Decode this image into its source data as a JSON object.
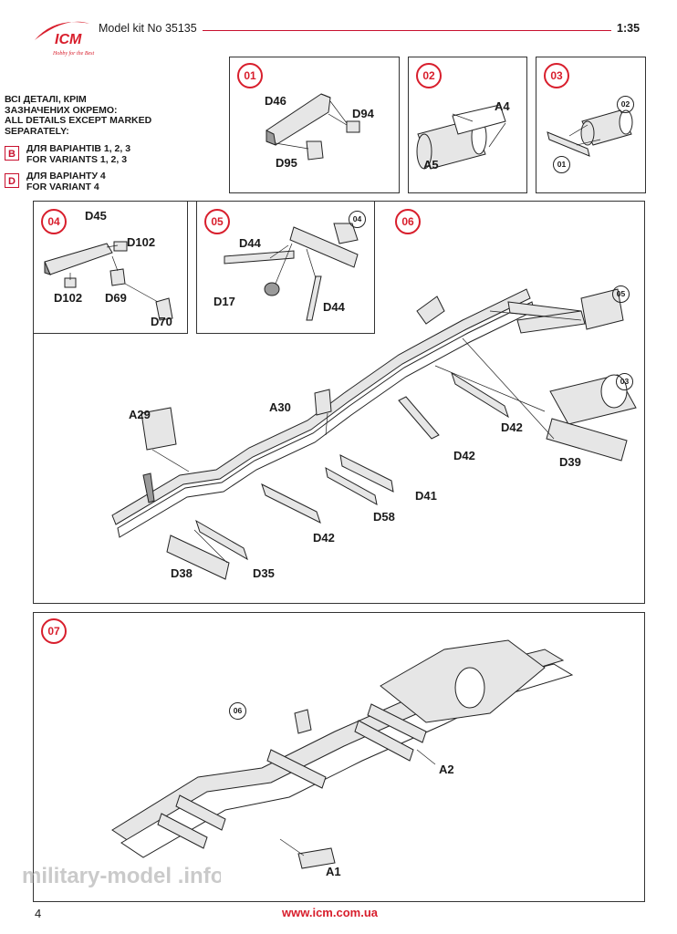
{
  "header": {
    "kit_title": "Model kit No 35135",
    "scale": "1:35"
  },
  "notes": {
    "ua_line1": "ВСІ ДЕТАЛІ, КРІМ",
    "ua_line2": "ЗАЗНАЧЕНИХ ОКРЕМО:",
    "en_line1": "ALL DETAILS EXCEPT MARKED",
    "en_line2": "SEPARATELY:"
  },
  "variants": [
    {
      "code": "B",
      "ua": "ДЛЯ ВАРІАНТІВ 1, 2, 3",
      "en": "FOR VARIANTS 1, 2, 3"
    },
    {
      "code": "D",
      "ua": "ДЛЯ ВАРІАНТУ 4",
      "en": "FOR VARIANT 4"
    }
  ],
  "steps": {
    "s01": {
      "num": "01",
      "labels": [
        "D46",
        "D94",
        "D95"
      ]
    },
    "s02": {
      "num": "02",
      "labels": [
        "A4",
        "A5"
      ],
      "refs": []
    },
    "s03": {
      "num": "03",
      "refs": [
        "02",
        "01"
      ]
    },
    "s04": {
      "num": "04",
      "labels": [
        "D45",
        "D102",
        "D102",
        "D69",
        "D70"
      ]
    },
    "s05": {
      "num": "05",
      "labels": [
        "D44",
        "D17",
        "D44"
      ],
      "refs": [
        "04"
      ]
    },
    "s06": {
      "num": "06",
      "labels": [
        "A29",
        "A30",
        "D42",
        "D42",
        "D41",
        "D58",
        "D42",
        "D38",
        "D35",
        "D39"
      ],
      "refs": [
        "05",
        "03"
      ]
    },
    "s07": {
      "num": "07",
      "labels": [
        "A2",
        "A1"
      ],
      "refs": [
        "06"
      ]
    }
  },
  "footer": {
    "page": "4",
    "url": "www.icm.com.ua"
  },
  "brand": {
    "logo_text": "ICM",
    "logo_tagline": "Hobby for the Best",
    "watermark": "military-model .info"
  },
  "colors": {
    "accent": "#d81e2c",
    "border": "#333333"
  }
}
